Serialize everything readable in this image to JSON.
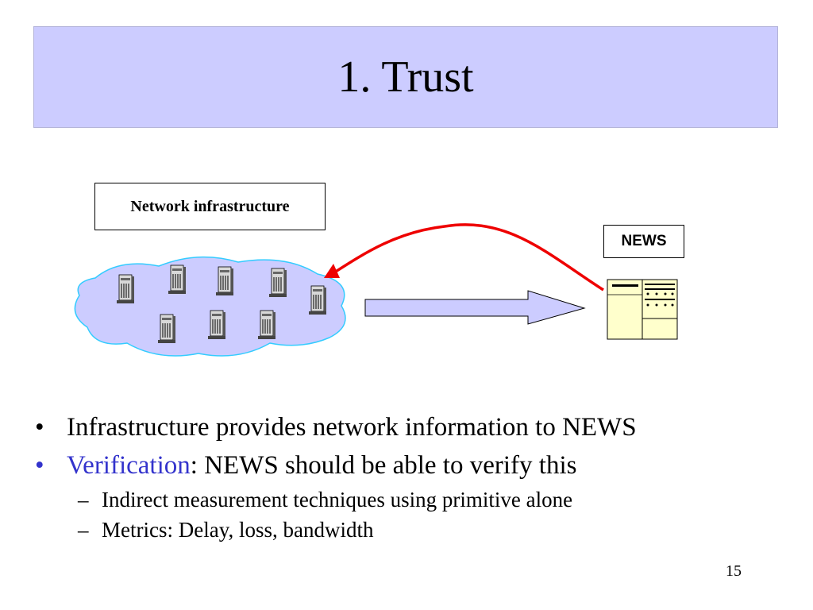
{
  "slide": {
    "title": "1. Trust",
    "page_number": "15"
  },
  "diagram": {
    "infra_label": "Network infrastructure",
    "news_label": "NEWS",
    "colors": {
      "cloud_fill": "#ccccff",
      "cloud_stroke": "#33ccff",
      "arrow_fill": "#ccccff",
      "curve_stroke": "#ee0000",
      "news_panel_fill": "#ffffcc"
    },
    "icons": [
      "server-icon",
      "news-panel-icon",
      "cloud-shape",
      "block-arrow",
      "curved-arrow"
    ]
  },
  "bullets": [
    {
      "text": "Infrastructure provides network information to NEWS"
    },
    {
      "lead": "Verification",
      "rest": ": NEWS should be able to verify this",
      "lead_color": "#3333cc"
    }
  ],
  "sub_bullets": [
    {
      "text": "Indirect measurement techniques using primitive alone"
    },
    {
      "text": "Metrics: Delay, loss, bandwidth"
    }
  ],
  "markers": {
    "bullet": "•",
    "dash": "–"
  }
}
